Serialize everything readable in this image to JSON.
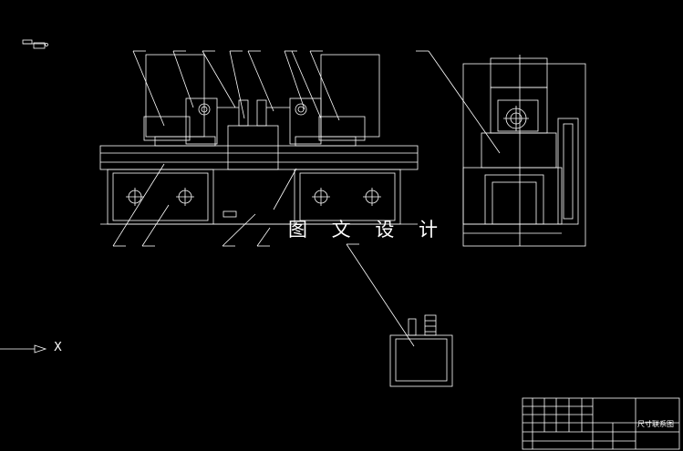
{
  "drawing": {
    "watermark_text": "图 文 设 计",
    "axis_label": "X",
    "title_block": {
      "drawing_title": "尺寸联系图"
    }
  },
  "colors": {
    "background": "#000000",
    "line": "#ffffff",
    "hatch": "#bbbbbb"
  }
}
